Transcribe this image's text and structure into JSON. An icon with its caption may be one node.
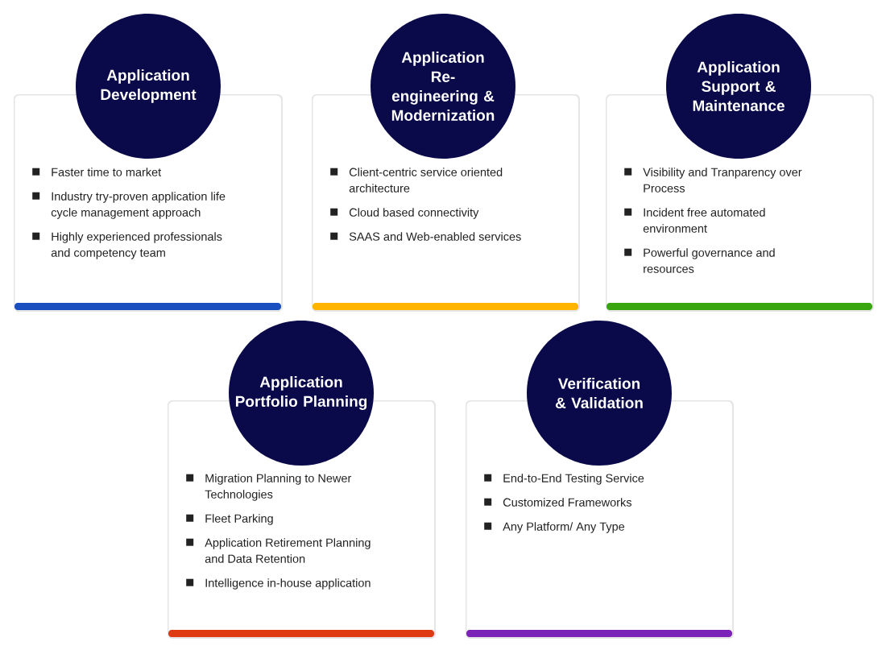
{
  "diagram": {
    "nodes": [
      {
        "text": [
          "Application Development",
          "Faster time to market",
          "Industry try-proven application life cycle management approach",
          "Highly experienced professionals and competency team"
        ]
      },
      {
        "text": [
          "Application Re-engineering & Modernization",
          "Client-centric service oriented architecture",
          "Cloud based connectivity",
          "SAAS and Web-enabled services"
        ]
      },
      {
        "text": [
          "Application Support & Maintenance",
          "Visibility and Tranparency over Process",
          "Incident free automated environment",
          "Powerful governance and resources"
        ]
      },
      {
        "text": [
          "Application Portfolio Planning",
          "Migration Planning to Newer Technologies",
          "Fleet Parking",
          "Application Retirement Planning and Data Retention",
          "Intelligence in-house application"
        ]
      },
      {
        "text": [
          "Verification & Validation",
          "End-to-End Testing Service",
          "Customized Frameworks",
          "Any Platform/ Any Type"
        ]
      }
    ]
  }
}
